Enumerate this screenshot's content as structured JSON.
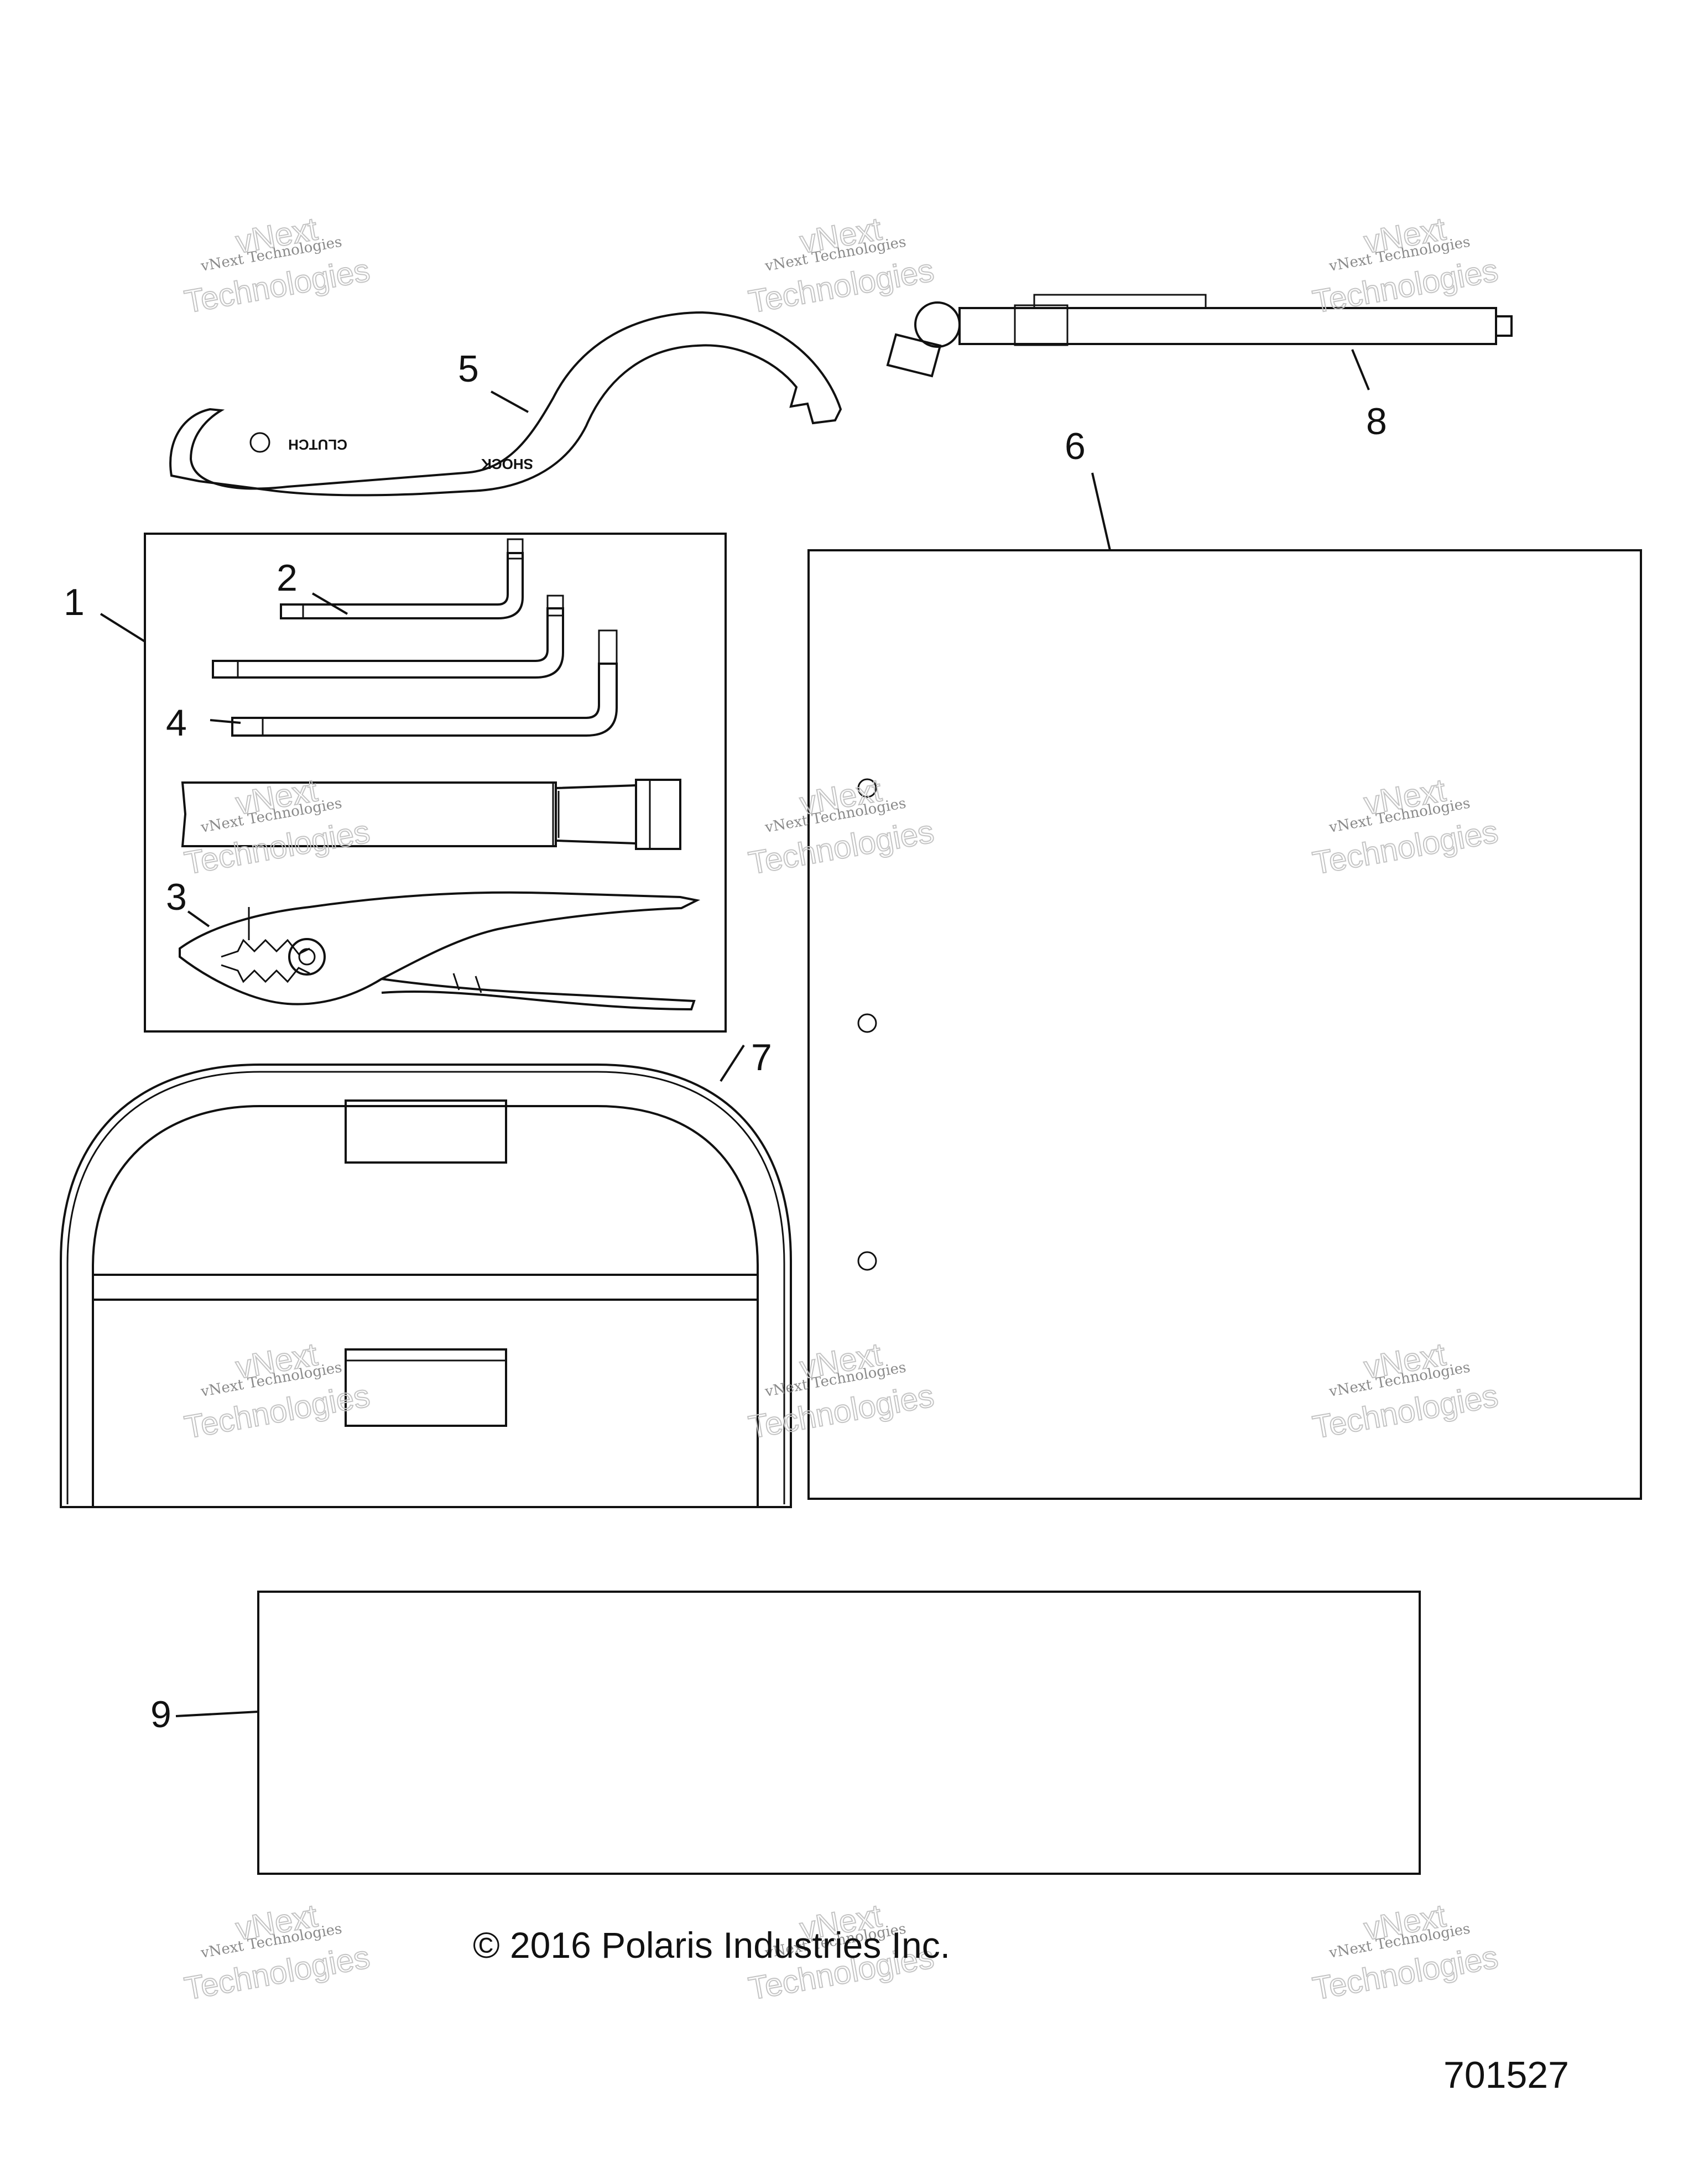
{
  "callouts": {
    "c1": "1",
    "c2": "2",
    "c3": "3",
    "c4": "4",
    "c5": "5",
    "c6": "6",
    "c7": "7",
    "c8": "8",
    "c9": "9"
  },
  "wrench_text": {
    "clutch": "CLUTCH",
    "shock": "SHOCK"
  },
  "watermark": {
    "small": "vNext Technologies",
    "line1": "vNext",
    "line2": "Technologies"
  },
  "copyright": "© 2016 Polaris Industries Inc.",
  "part_number": "701527"
}
